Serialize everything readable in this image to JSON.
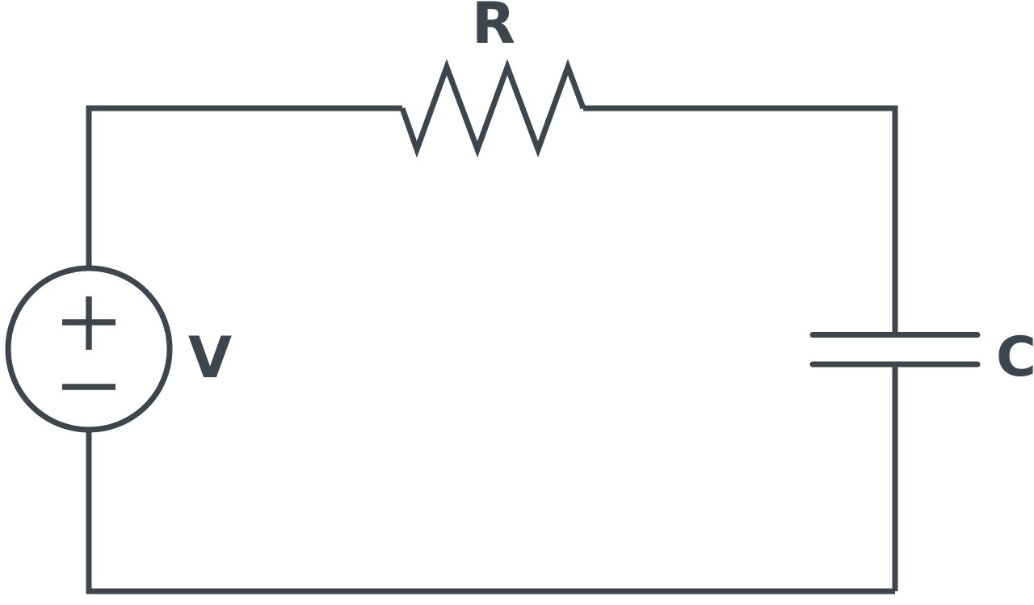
{
  "colors": {
    "stroke": "#3d464d",
    "background": "#ffffff"
  },
  "components": {
    "voltage_source": {
      "label": "V",
      "plus_sign": "+",
      "minus_sign": "−"
    },
    "resistor": {
      "label": "R"
    },
    "capacitor": {
      "label": "C"
    }
  }
}
